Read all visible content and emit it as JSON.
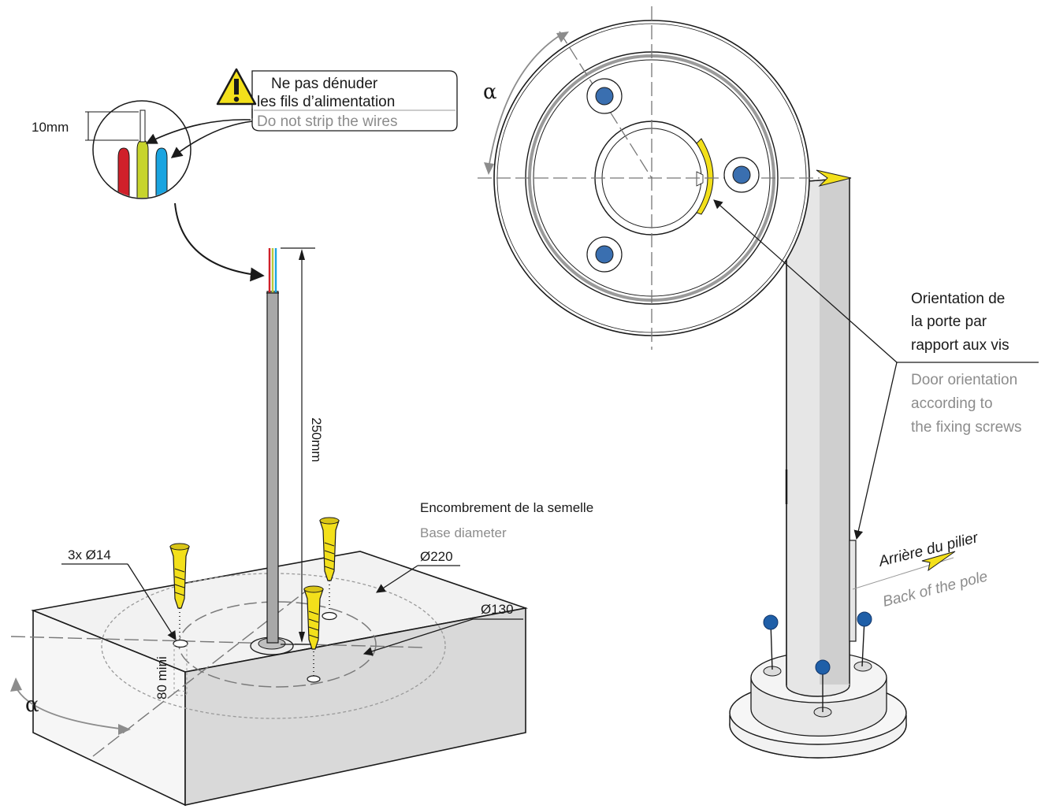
{
  "warning": {
    "fr_line1": "Ne pas dénuder",
    "fr_line2": "les fils d’alimentation",
    "en": "Do not strip the wires"
  },
  "dimensions": {
    "strip_length": "10mm",
    "cable_length": "250mm",
    "holes": "3x Ø14",
    "depth": "80 mini",
    "base_diameter": "Ø220",
    "pole_diameter": "Ø130"
  },
  "base": {
    "fr": "Encombrement de la semelle",
    "en": "Base diameter"
  },
  "angle_symbol": "α",
  "orientation": {
    "fr_line1": "Orientation de",
    "fr_line2": "la porte par",
    "fr_line3": "rapport aux vis",
    "en_line1": "Door orientation",
    "en_line2": "according to",
    "en_line3": "the fixing screws"
  },
  "back": {
    "fr": "Arrière du pilier",
    "en": "Back of the pole"
  },
  "colors": {
    "yellow": "#f3e01b",
    "blue": "#1f5fa8",
    "screw_blue": "#3a6fb0",
    "red": "#d0202a",
    "cyan": "#1aa4e0",
    "green_yellow": "#b7c93a",
    "concrete": "#ececec",
    "concrete_side": "#dadada",
    "pole": "#e4e4e4"
  }
}
